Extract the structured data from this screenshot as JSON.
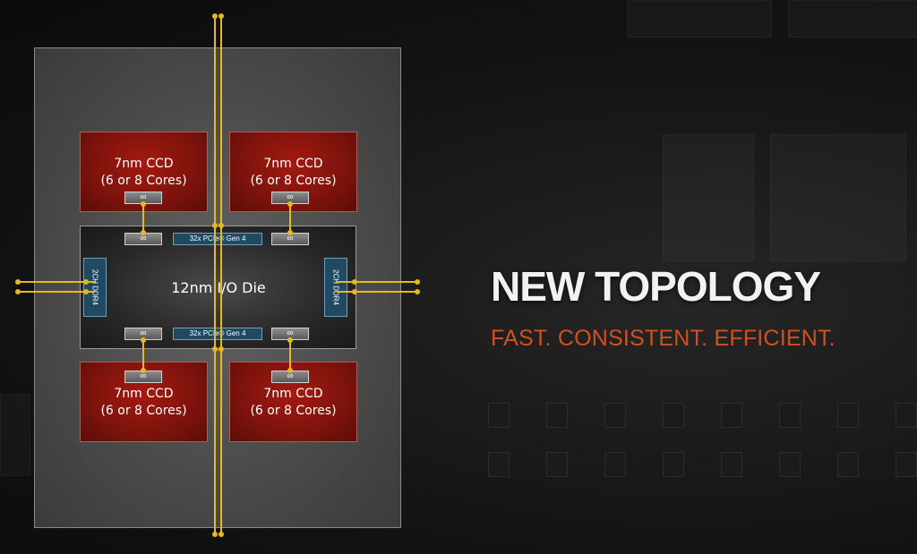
{
  "slide": {
    "title": "NEW TOPOLOGY",
    "subtitle": "FAST. CONSISTENT. EFFICIENT."
  },
  "diagram": {
    "ccds": [
      {
        "line1": "7nm CCD",
        "line2": "(6 or 8 Cores)",
        "link": "∞"
      },
      {
        "line1": "7nm CCD",
        "line2": "(6 or 8 Cores)",
        "link": "∞"
      },
      {
        "line1": "7nm CCD",
        "line2": "(6 or 8 Cores)",
        "link": "∞"
      },
      {
        "line1": "7nm CCD",
        "line2": "(6 or 8 Cores)",
        "link": "∞"
      }
    ],
    "io_die": {
      "label": "12nm I/O Die",
      "infinity_links": [
        "∞",
        "∞",
        "∞",
        "∞"
      ],
      "pcie_top": "32x PCIe® Gen 4",
      "pcie_bottom": "32x PCIe® Gen 4",
      "ddr_left": "2CH DDR4",
      "ddr_right": "2CH DDR4"
    },
    "colors": {
      "ccd_fill": "#7c130c",
      "io_die_fill": "#282828",
      "interface_fill": "#1f4a61",
      "wire": "#e8b81c",
      "subtitle": "#d1511d"
    }
  }
}
